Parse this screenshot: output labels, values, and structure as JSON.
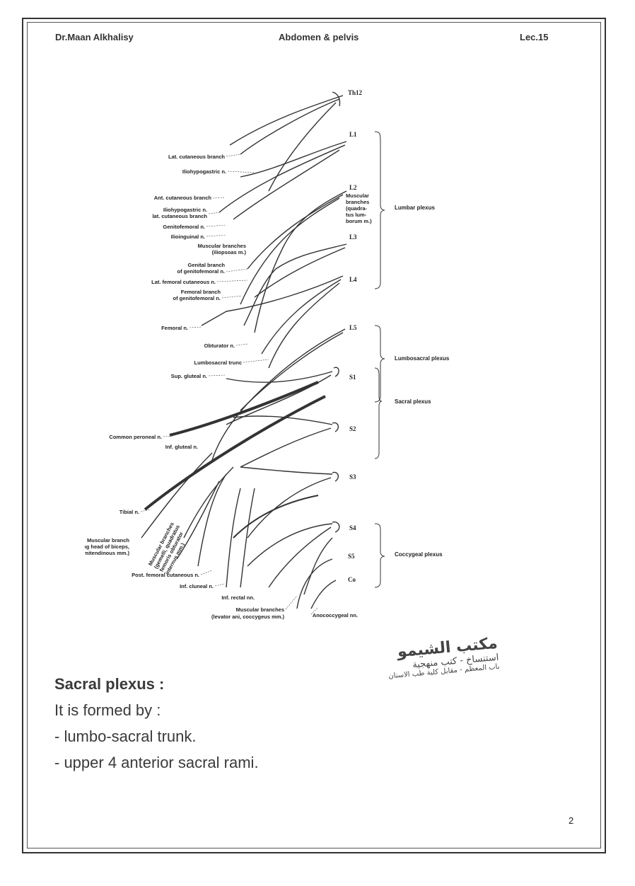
{
  "header": {
    "author": "Dr.Maan Alkhalisy",
    "subject": "Abdomen & pelvis",
    "lecture": "Lec.15"
  },
  "figure": {
    "levels": {
      "th12": "Th12",
      "l1": "L1",
      "l2": "L2",
      "l3": "L3",
      "l4": "L4",
      "l5": "L5",
      "s1": "S1",
      "s2": "S2",
      "s3": "S3",
      "s4": "S4",
      "s5": "S5",
      "co": "Co"
    },
    "plexuses": {
      "lumbar": "Lumbar plexus",
      "lumbosacral": "Lumbosacral plexus",
      "sacral": "Sacral plexus",
      "coccygeal": "Coccygeal plexus"
    },
    "labels": {
      "lat_cutaneous_branch": "Lat. cutaneous branch",
      "iliohypogastric": "Iliohypogastric n.",
      "ant_cutaneous_branch": "Ant. cutaneous branch",
      "iliohypogastric_2": "Iliohypogastric n.",
      "lat_cutaneous_branch_2": "lat. cutaneous branch",
      "genitofemoral": "Genitofemoral n.",
      "ilioinguinal": "Ilioinguinal n.",
      "muscular_iliopsoas_1": "Muscular branches",
      "muscular_iliopsoas_2": "(iliopsoas m.)",
      "genital_branch_1": "Genital branch",
      "genital_branch_2": "of genitofemoral n.",
      "lat_femoral_cutaneous": "Lat. femoral cutaneous n.",
      "femoral_branch_1": "Femoral branch",
      "femoral_branch_2": "of genitofemoral n.",
      "femoral": "Femoral n.",
      "obturator": "Obturator n.",
      "lumbosacral_trunk": "Lumbosacral trunc",
      "sup_gluteal": "Sup. gluteal n.",
      "common_peroneal": "Common peroneal n.",
      "inf_gluteal": "Inf. gluteal n.",
      "tibial": "Tibial n.",
      "muscular_branch_1": "Muscular branch",
      "muscular_branch_2": "(long head of biceps,",
      "muscular_branch_3": "semitendinous mm.)",
      "muscular_gemelli_1": "Muscular branches",
      "muscular_gemelli_2": "(gemelli, quadratus",
      "muscular_gemelli_3": "femoris obturator",
      "muscular_gemelli_4": "internus mm.)",
      "post_femoral_cutaneous": "Post. femoral cutaneous n.",
      "inf_cluneal": "Inf. cluneal n.",
      "inf_rectal": "Inf. rectal nn.",
      "muscular_levator_1": "Muscular branches",
      "muscular_levator_2": "(levator ani, coccygeus mm.)",
      "anococcygeal": "Anococcygeal nn.",
      "muscular_quadratus_1": "Muscular",
      "muscular_quadratus_2": "branches",
      "muscular_quadratus_3": "(quadra-",
      "muscular_quadratus_4": "tus lum-",
      "muscular_quadratus_5": "borum m.)"
    }
  },
  "stamp": {
    "line1": "مكتب الشيمو",
    "line2": "استنساخ - كتب منهجية",
    "line3": "باب المعظم - مقابل كلية طب الاسنان"
  },
  "notes": {
    "title": "Sacral plexus :",
    "line1": "It is formed by :",
    "line2": "- lumbo-sacral trunk.",
    "line3": "- upper 4 anterior sacral rami."
  },
  "page_number": "2"
}
